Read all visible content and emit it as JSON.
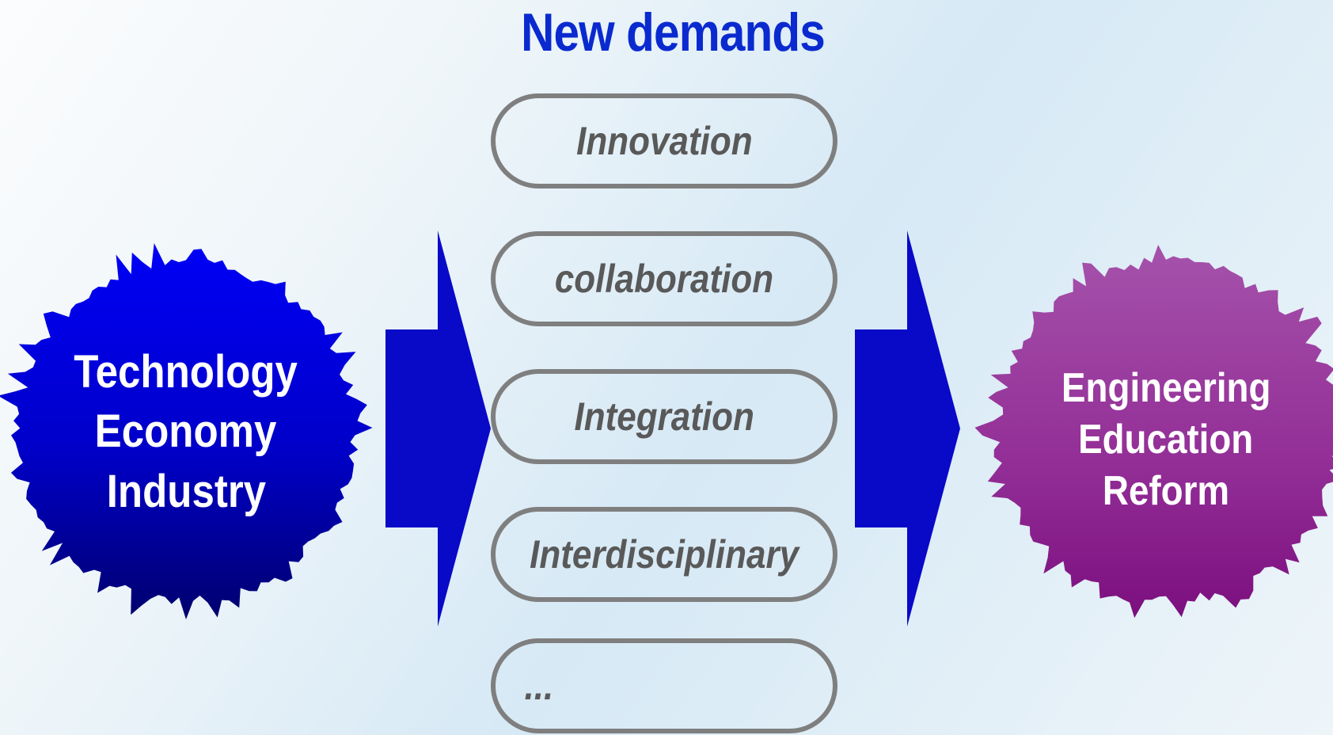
{
  "title": "New demands",
  "colors": {
    "title": "#0a2ad0",
    "arrow": "#0909c8",
    "pill_border": "#7f7f7f",
    "pill_text": "#595959",
    "left_blob_top": "#0000f6",
    "left_blob_bottom": "#00006e",
    "right_blob_top": "#a552ab",
    "right_blob_bottom": "#7b0f7e"
  },
  "left_blob": {
    "lines": [
      "Technology",
      "Economy",
      "Industry"
    ]
  },
  "right_blob": {
    "lines": [
      "Engineering",
      "Education",
      "Reform"
    ]
  },
  "demands": [
    {
      "label": "Innovation"
    },
    {
      "label": "collaboration"
    },
    {
      "label": "Integration"
    },
    {
      "label": "Interdisciplinary"
    },
    {
      "label": "..."
    }
  ]
}
